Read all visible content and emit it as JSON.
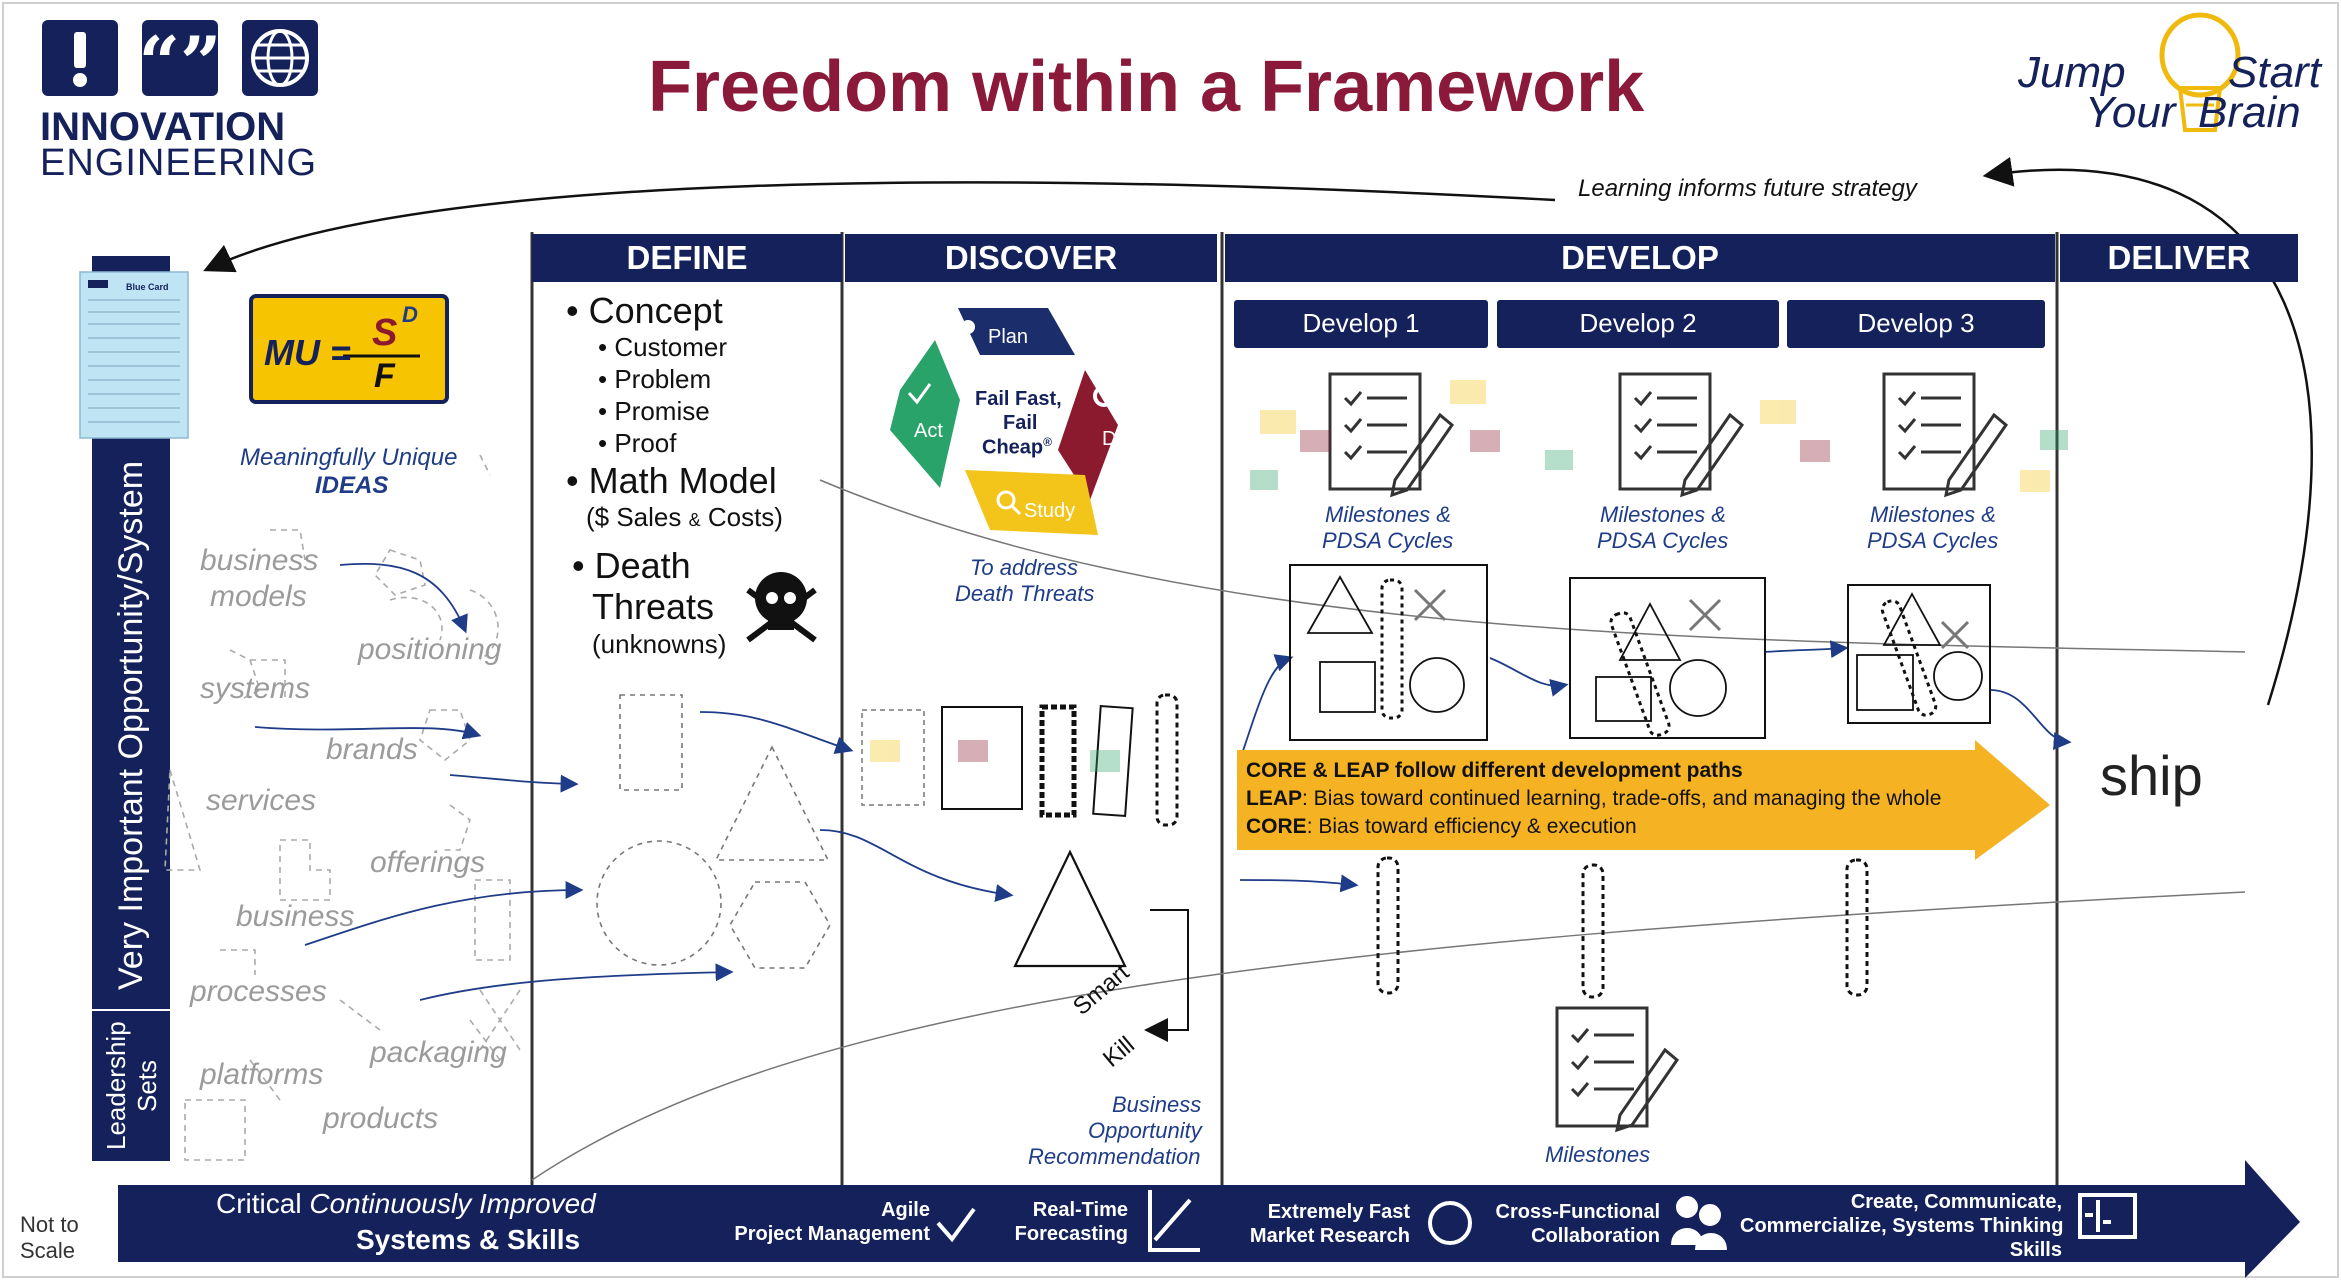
{
  "header": {
    "title": "Freedom within a Framework",
    "logo_left_line1": "INNOVATION",
    "logo_left_line2": "ENGINEERING",
    "logo_right_line1a": "Jump",
    "logo_right_line1b": "Start",
    "logo_right_line2a": "Your",
    "logo_right_line2b": "Brain",
    "feedback": "Learning informs future strategy"
  },
  "left": {
    "vertical_main": "Very Important Opportunity/System",
    "vertical_sets_1": "Leadership",
    "vertical_sets_2": "Sets",
    "mu_formula": "MU =",
    "mu_numer": "S",
    "mu_sup": "D",
    "mu_denom": "F",
    "mu_caption_1": "Meaningfully Unique",
    "mu_caption_2": "IDEAS",
    "doc_title": "Blue Card",
    "ideas": [
      "business",
      "models",
      "positioning",
      "systems",
      "brands",
      "services",
      "offerings",
      "business",
      "processes",
      "packaging",
      "platforms",
      "products"
    ]
  },
  "phases": {
    "define": "DEFINE",
    "discover": "DISCOVER",
    "develop": "DEVELOP",
    "deliver": "DELIVER"
  },
  "define": {
    "concept": "Concept",
    "concept_items": [
      "Customer",
      "Problem",
      "Promise",
      "Proof"
    ],
    "math_model": "Math Model",
    "math_detail_a": "($ Sales ",
    "math_detail_amp": "&",
    "math_detail_b": " Costs)",
    "death_threats_1": "Death",
    "death_threats_2": "Threats",
    "unknowns": "(unknowns)"
  },
  "discover": {
    "cycle_plan": "Plan",
    "cycle_do": "Do",
    "cycle_study": "Study",
    "cycle_act": "Act",
    "center_1": "Fail Fast,",
    "center_2": "Fail",
    "center_3": "Cheap",
    "center_reg": "®",
    "caption_1": "To address",
    "caption_2": "Death Threats",
    "smart_kill_1": "Smart",
    "smart_kill_2": "Kill",
    "rec_1": "Business",
    "rec_2": "Opportunity",
    "rec_3": "Recommendation"
  },
  "develop": {
    "subs": [
      "Develop 1",
      "Develop 2",
      "Develop 3"
    ],
    "milestone_1": "Milestones &",
    "milestone_2": "PDSA Cycles",
    "milestones_only": "Milestones",
    "arrow_title": "CORE & LEAP follow different development paths",
    "leap_label": "LEAP",
    "leap_text": ":  Bias toward continued learning, trade-offs, and managing the whole",
    "core_label": "CORE",
    "core_text": ":  Bias toward efficiency & execution"
  },
  "deliver": {
    "ship": "ship"
  },
  "footer": {
    "not_to_scale_1": "Not to",
    "not_to_scale_2": "Scale",
    "critical_1a": "Critical ",
    "critical_1b": "Continuously Improved",
    "critical_2": "Systems & Skills",
    "agile_1": "Agile",
    "agile_2": "Project Management",
    "rt_1": "Real-Time",
    "rt_2": "Forecasting",
    "mr_1": "Extremely Fast",
    "mr_2": "Market Research",
    "cf_1": "Cross-Functional",
    "cf_2": "Collaboration",
    "cc_1": "Create, Communicate,",
    "cc_2": "Commercialize, Systems Thinking",
    "cc_3": "Skills"
  },
  "colors": {
    "title": "#8b1a3a",
    "navy": "#14215b",
    "mu_yellow": "#f6c400",
    "arrow_orange": "#f5b323",
    "plan": "#1b2d6b",
    "do": "#8b1a2e",
    "study": "#f3c51b",
    "act": "#2aa36b"
  }
}
